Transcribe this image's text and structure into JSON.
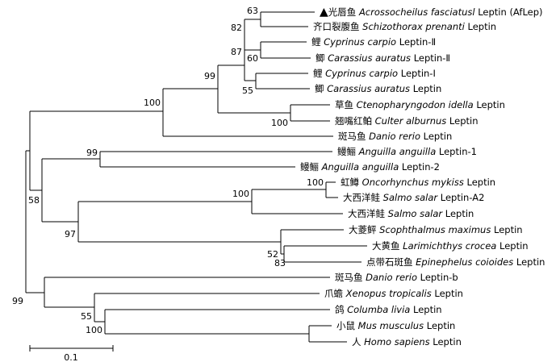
{
  "leaves": [
    {
      "marker": "▲",
      "cn": "光唇鱼",
      "species": "Acrossocheilus fasciatusl",
      "gene": "Leptin (AfLep)"
    },
    {
      "marker": "",
      "cn": "齐口裂腹鱼",
      "species": "Schizothorax prenanti",
      "gene": "Leptin"
    },
    {
      "marker": "",
      "cn": "鲤",
      "species": "Cyprinus carpio",
      "gene": "Leptin-Ⅱ"
    },
    {
      "marker": "",
      "cn": "鲫",
      "species": "Carassius auratus",
      "gene": "Leptin-Ⅱ"
    },
    {
      "marker": "",
      "cn": "鲤",
      "species": "Cyprinus carpio",
      "gene": "Leptin-Ⅰ"
    },
    {
      "marker": "",
      "cn": "鲫",
      "species": "Carassius auratus",
      "gene": "Leptin"
    },
    {
      "marker": "",
      "cn": "草鱼",
      "species": "Ctenopharyngodon idella",
      "gene": "Leptin"
    },
    {
      "marker": "",
      "cn": "翘嘴红鲌",
      "species": "Culter alburnus",
      "gene": "Leptin"
    },
    {
      "marker": "",
      "cn": "斑马鱼",
      "species": "Danio rerio",
      "gene": "Leptin"
    },
    {
      "marker": "",
      "cn": "鳗鲡",
      "species": "Anguilla anguilla",
      "gene": "Leptin-1"
    },
    {
      "marker": "",
      "cn": "鳗鲡",
      "species": "Anguilla anguilla",
      "gene": "Leptin-2"
    },
    {
      "marker": "",
      "cn": "虹鳟",
      "species": "Oncorhynchus mykiss",
      "gene": "Leptin"
    },
    {
      "marker": "",
      "cn": "大西洋鲑",
      "species": "Salmo salar",
      "gene": "Leptin-A2"
    },
    {
      "marker": "",
      "cn": "大西洋鲑",
      "species": "Salmo salar",
      "gene": "Leptin"
    },
    {
      "marker": "",
      "cn": "大菱鲆",
      "species": "Scophthalmus maximus",
      "gene": "Leptin"
    },
    {
      "marker": "",
      "cn": "大黄鱼",
      "species": "Larimichthys crocea",
      "gene": "Leptin"
    },
    {
      "marker": "",
      "cn": "点带石斑鱼",
      "species": "Epinephelus coioides",
      "gene": "Leptin"
    },
    {
      "marker": "",
      "cn": "斑马鱼",
      "species": "Danio rerio",
      "gene": "Leptin-b"
    },
    {
      "marker": "",
      "cn": "爪蟾",
      "species": "Xenopus tropicalis",
      "gene": "Leptin"
    },
    {
      "marker": "",
      "cn": "鸽",
      "species": "Columba livia",
      "gene": "Leptin"
    },
    {
      "marker": "",
      "cn": "小鼠",
      "species": "Mus musculus",
      "gene": "Leptin"
    },
    {
      "marker": "",
      "cn": "人",
      "species": "Homo sapiens",
      "gene": "Leptin"
    }
  ],
  "bootstrap": [
    "63",
    "82",
    "60",
    "87",
    "55",
    "99",
    "100",
    "100",
    "99",
    "100",
    "58",
    "97",
    "100",
    "52",
    "83",
    "99",
    "55",
    "100"
  ],
  "scale_bar": {
    "label": "0.1"
  }
}
